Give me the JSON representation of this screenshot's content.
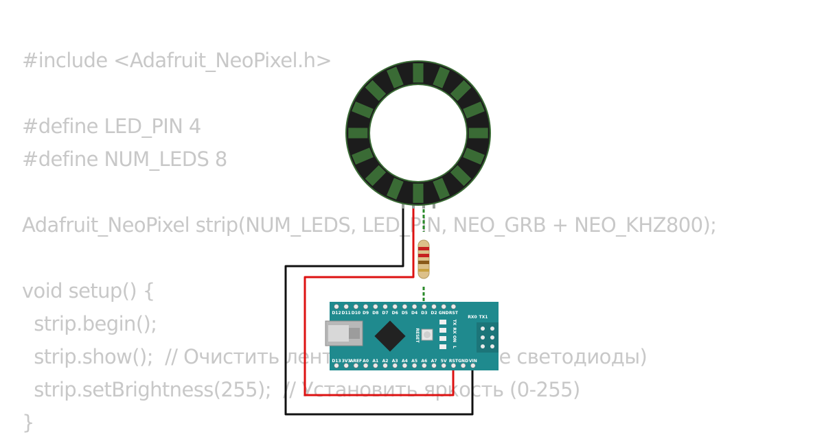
{
  "code": {
    "lines": [
      "#include <Adafruit_NeoPixel.h>",
      "",
      "#define LED_PIN 4",
      "#define NUM_LEDS 8",
      "",
      "Adafruit_NeoPixel strip(NUM_LEDS, LED_PIN, NEO_GRB + NEO_KHZ800);",
      "",
      "void setup() {",
      "  strip.begin();",
      "  strip.show();  // Очистить ленту (выключить все светодиоды)",
      "  strip.setBrightness(255);  // Установить яркость (0-255)",
      "}"
    ]
  },
  "board": {
    "top_pins": [
      "D12",
      "D11",
      "D10",
      "D9",
      "D8",
      "D7",
      "D6",
      "D5",
      "D4",
      "D3",
      "D2",
      "GND",
      "RST"
    ],
    "bottom_pins": [
      "D13",
      "3V3",
      "AREF",
      "A0",
      "A1",
      "A2",
      "A3",
      "A4",
      "A5",
      "A6",
      "A7",
      "5V",
      "RST",
      "GND",
      "VIN"
    ],
    "side_labels": [
      "RX0",
      "TX1"
    ],
    "reset_label": "RESET",
    "led_labels": [
      "TX",
      "RX",
      "ON",
      "L"
    ]
  },
  "colors": {
    "code_text": "#c8c8c8",
    "board": "#1f8a8e",
    "ring_body": "#1c1c1c",
    "ring_segment": "#3a6b35",
    "wire_black": "#111111",
    "wire_red": "#dd1111",
    "wire_green": "#2a8a2a"
  }
}
